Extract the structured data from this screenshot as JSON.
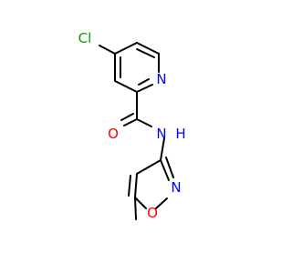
{
  "molecule": {
    "atoms": {
      "chlorine": {
        "label": "Cl",
        "color": "#00a000"
      },
      "pyridine_nitrogen": {
        "label": "N",
        "color": "#0000ff"
      },
      "carbonyl_oxygen": {
        "label": "O",
        "color": "#ff0000"
      },
      "amide_nitrogen": {
        "label": "N",
        "color": "#0000ff"
      },
      "amide_hydrogen": {
        "label": "H",
        "color": "#0000ff"
      },
      "isoxazole_nitrogen": {
        "label": "N",
        "color": "#0000ff"
      },
      "isoxazole_oxygen": {
        "label": "O",
        "color": "#ff0000"
      }
    },
    "bond_color": "#000000"
  }
}
